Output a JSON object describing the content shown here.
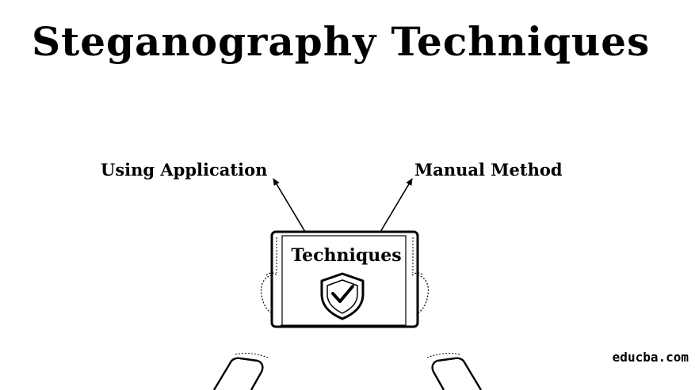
{
  "title": "Steganography Techniques",
  "diagram": {
    "center_label": "Techniques",
    "left_label": "Using Application",
    "right_label": "Manual Method",
    "center_icon": "shield-check-icon"
  },
  "brand": "educba.com",
  "colors": {
    "ink": "#000000",
    "background": "#ffffff"
  }
}
